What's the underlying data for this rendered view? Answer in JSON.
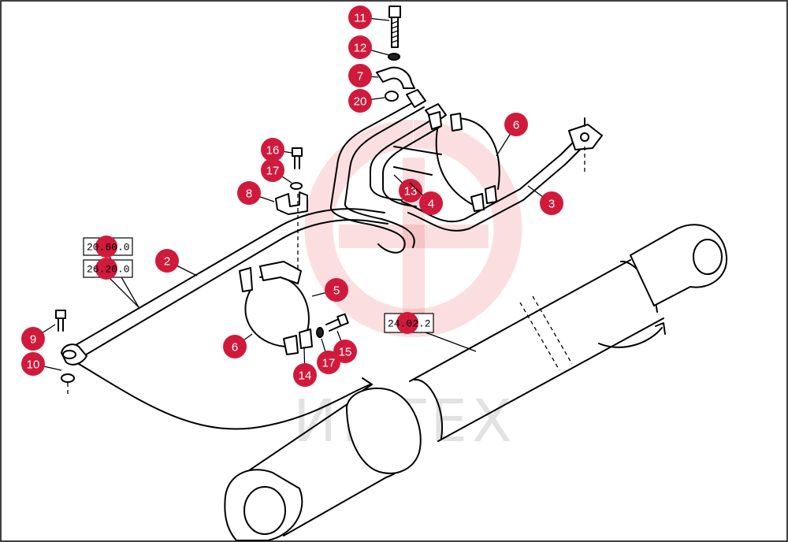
{
  "watermark": {
    "text": "ИНТЕХ",
    "color": "#e8393d"
  },
  "callout_color": "#d01a3c",
  "callouts": [
    "11",
    "12",
    "7",
    "20",
    "6",
    "16",
    "17",
    "8",
    "13",
    "4",
    "3",
    "2",
    "5",
    "9",
    "6",
    "10",
    "14",
    "17",
    "15"
  ],
  "references": [
    "20.60.0",
    "26.20.0",
    "24.02.2"
  ]
}
